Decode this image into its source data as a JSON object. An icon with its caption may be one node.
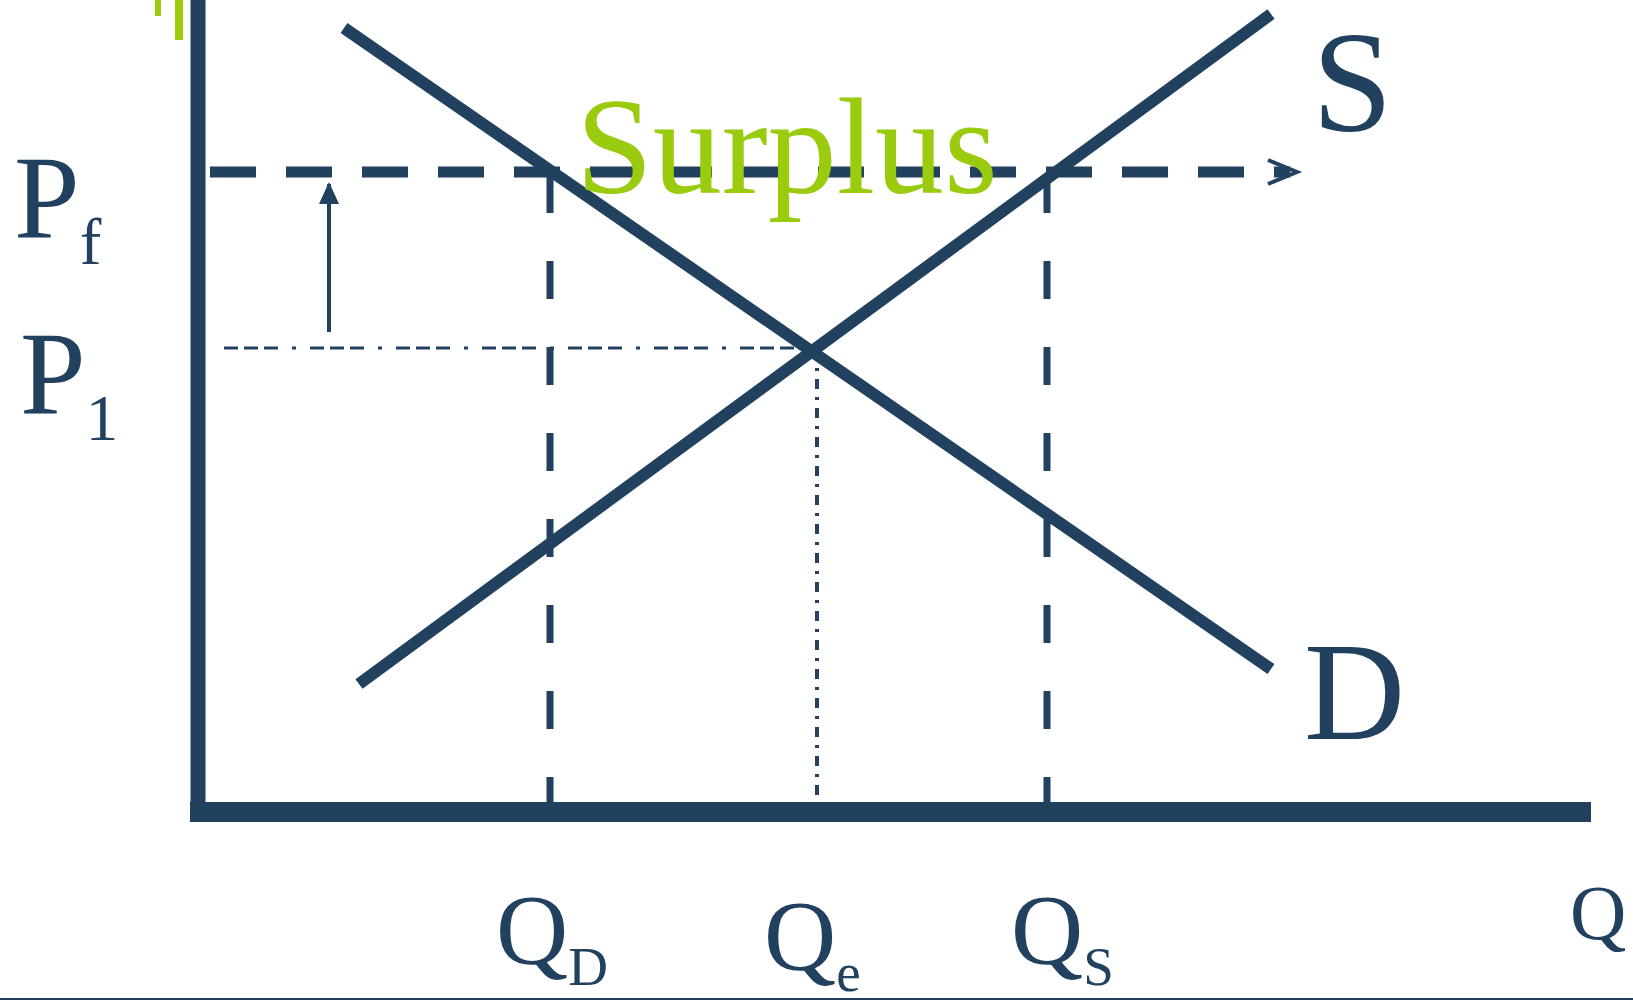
{
  "diagram": {
    "labels": [
      "P$_{f}$",
      "P$_{1}$",
      "Surplus",
      "S",
      "D",
      "Q$_{D}$",
      "Q$_{e}$",
      "Q$_{S}$",
      "Q"
    ]
  }
}
